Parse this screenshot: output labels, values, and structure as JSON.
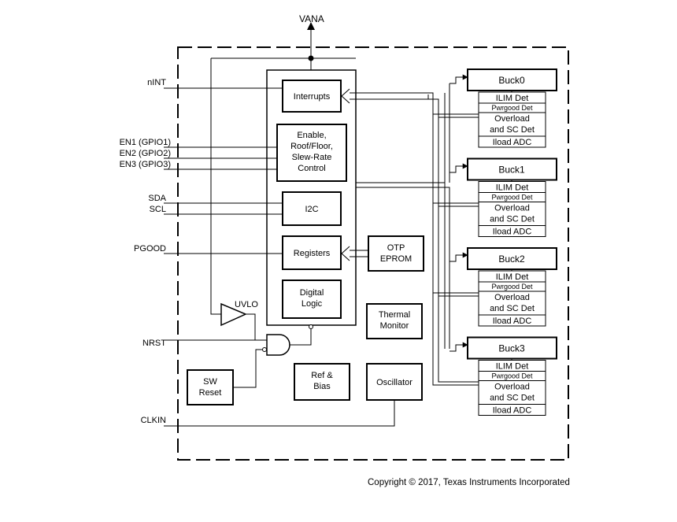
{
  "supply": {
    "label": "VANA"
  },
  "pins": {
    "nint": "nINT",
    "en1": "EN1 (GPIO1)",
    "en2": "EN2 (GPIO2)",
    "en3": "EN3 (GPIO3)",
    "sda": "SDA",
    "scl": "SCL",
    "pgood": "PGOOD",
    "nrst": "NRST",
    "clkin": "CLKIN"
  },
  "blocks": {
    "interrupts": [
      "Interrupts"
    ],
    "enable": [
      "Enable,",
      "Roof/Floor,",
      "Slew-Rate",
      "Control"
    ],
    "i2c": [
      "I2C"
    ],
    "registers": [
      "Registers"
    ],
    "otp": [
      "OTP",
      "EPROM"
    ],
    "digital_logic": [
      "Digital",
      "Logic"
    ],
    "thermal": [
      "Thermal",
      "Monitor"
    ],
    "uvlo": "UVLO",
    "sw_reset": [
      "SW",
      "Reset"
    ],
    "ref_bias": [
      "Ref &",
      "Bias"
    ],
    "oscillator": [
      "Oscillator"
    ]
  },
  "bucks": [
    {
      "name": "Buck0",
      "rows": [
        "ILIM Det",
        "Pwrgood Det",
        "Overload",
        "and SC Det",
        "Iload ADC"
      ]
    },
    {
      "name": "Buck1",
      "rows": [
        "ILIM Det",
        "Pwrgood Det",
        "Overload",
        "and SC Det",
        "Iload ADC"
      ]
    },
    {
      "name": "Buck2",
      "rows": [
        "ILIM Det",
        "Pwrgood Det",
        "Overload",
        "and SC Det",
        "Iload ADC"
      ]
    },
    {
      "name": "Buck3",
      "rows": [
        "ILIM Det",
        "Pwrgood Det",
        "Overload",
        "and SC Det",
        "Iload ADC"
      ]
    }
  ],
  "copyright": "Copyright © 2017, Texas Instruments Incorporated"
}
